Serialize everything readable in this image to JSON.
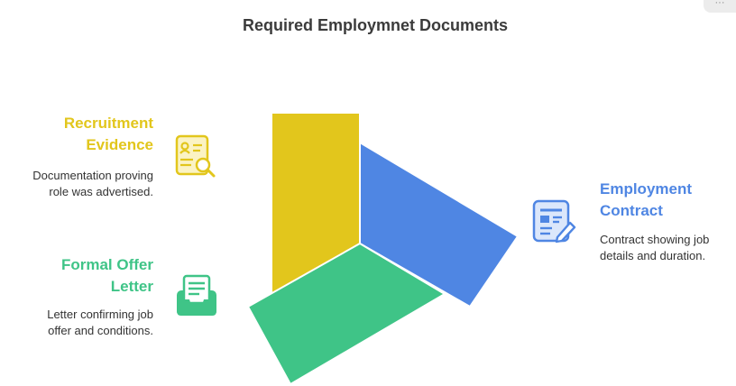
{
  "title": "Required Employmnet Documents",
  "menu": {
    "icon": "more-icon",
    "glyph": "···"
  },
  "colors": {
    "yellow": "#e2c61c",
    "blue": "#4f86e3",
    "green": "#3fc487"
  },
  "items": [
    {
      "id": "recruitment-evidence",
      "heading": "Recruitment Evidence",
      "heading_line1": "Recruitment",
      "heading_line2": "Evidence",
      "description_line1": "Documentation proving",
      "description_line2": "role was advertised.",
      "icon": "document-search-icon",
      "color": "#e2c61c"
    },
    {
      "id": "employment-contract",
      "heading": "Employment Contract",
      "heading_line1": "Employment",
      "heading_line2": "Contract",
      "description_line1": "Contract showing job",
      "description_line2": "details and duration.",
      "icon": "contract-edit-icon",
      "color": "#4f86e3"
    },
    {
      "id": "formal-offer-letter",
      "heading": "Formal Offer Letter",
      "heading_line1": "Formal Offer",
      "heading_line2": "Letter",
      "description_line1": "Letter confirming job",
      "description_line2": "offer and conditions.",
      "icon": "letter-inbox-icon",
      "color": "#3fc487"
    }
  ]
}
